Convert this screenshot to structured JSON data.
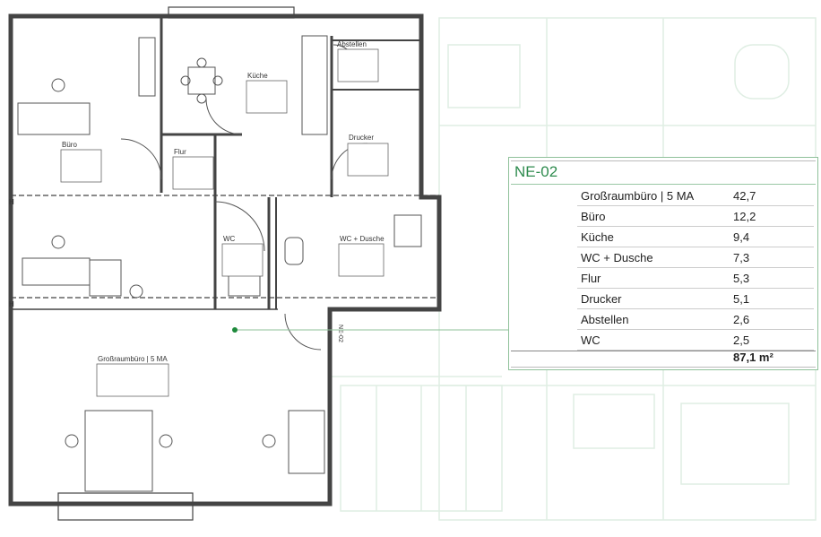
{
  "plan": {
    "unit_id_rotated": "NE-02",
    "axis_marks": [
      "H",
      "H"
    ],
    "rooms": [
      {
        "name": "Büro"
      },
      {
        "name": "Flur"
      },
      {
        "name": "Küche"
      },
      {
        "name": "Abstellen"
      },
      {
        "name": "Drucker"
      },
      {
        "name": "WC"
      },
      {
        "name": "WC + Dusche"
      },
      {
        "name": "Großraumbüro | 5 MA"
      }
    ],
    "colors": {
      "wall": "#444444",
      "background_plan": "#dfeee3",
      "accent": "#2e8b4e"
    }
  },
  "legend": {
    "title": "NE-02",
    "rows": [
      {
        "name": "Großraumbüro | 5 MA",
        "area": "42,7"
      },
      {
        "name": "Büro",
        "area": "12,2"
      },
      {
        "name": "Küche",
        "area": "9,4"
      },
      {
        "name": "WC + Dusche",
        "area": "7,3"
      },
      {
        "name": "Flur",
        "area": "5,3"
      },
      {
        "name": "Drucker",
        "area": "5,1"
      },
      {
        "name": "Abstellen",
        "area": "2,6"
      },
      {
        "name": "WC",
        "area": "2,5"
      }
    ],
    "total": "87,1 m²"
  }
}
